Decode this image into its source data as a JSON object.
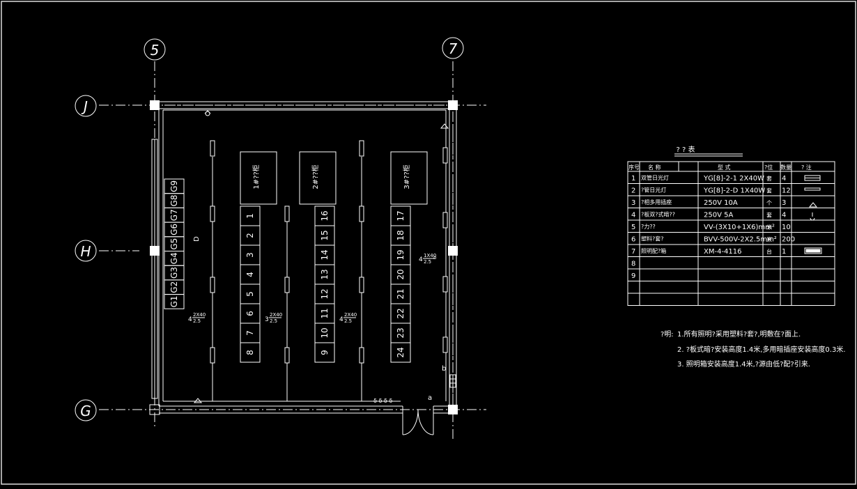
{
  "colors": {
    "background": "#000000",
    "line": "#ffffff",
    "frame": "#dddddd"
  },
  "grid": {
    "col_5": "5",
    "col_7": "7",
    "row_J": "J",
    "row_H": "H",
    "row_G": "G"
  },
  "cabinets": {
    "c1": "1#??柜",
    "c2": "2#??柜",
    "c3": "3#??柜"
  },
  "cells": {
    "g": [
      "G1",
      "G2",
      "G3",
      "G4",
      "G5",
      "G6",
      "G7",
      "G8",
      "G9"
    ],
    "col1": [
      "1",
      "2",
      "3",
      "4",
      "5",
      "6",
      "7",
      "8"
    ],
    "col2": [
      "16",
      "15",
      "14",
      "13",
      "12",
      "11",
      "10",
      "9"
    ],
    "col3": [
      "17",
      "18",
      "19",
      "20",
      "21",
      "22",
      "23",
      "24"
    ]
  },
  "wire_labels": {
    "w1_top": "2X40",
    "w1_bot": "2.5",
    "w1_pre": "4",
    "w2_top": "2X40",
    "w2_bot": "2.5",
    "w2_pre": "3",
    "w3_top": "2X40",
    "w3_bot": "2.5",
    "w3_pre": "4",
    "w4_top": "1X40",
    "w4_bot": "2.5",
    "w4_pre": "4",
    "w4_suf": "b"
  },
  "plan_marks": {
    "b_label": "b",
    "a_label": "a",
    "d_label": "D"
  },
  "legend": {
    "title": "? ? 表",
    "headers": [
      "序号",
      "名      称",
      "型      式",
      "?位",
      "数量",
      "?    注"
    ],
    "rows": [
      {
        "no": "1",
        "name": "双管日光灯",
        "model": "YG[8]-2-1    2X40W",
        "unit": "套",
        "qty": "4"
      },
      {
        "no": "2",
        "name": "?管日光灯",
        "model": "YG[8]-2-D    1X40W",
        "unit": "套",
        "qty": "12"
      },
      {
        "no": "3",
        "name": "?相多用插座",
        "model": "250V 10A",
        "unit": "个",
        "qty": "3"
      },
      {
        "no": "4",
        "name": "?板双?式暗??",
        "model": "250V 5A",
        "unit": "套",
        "qty": "4"
      },
      {
        "no": "5",
        "name": "?力??",
        "model": "VV-(3X10+1X6)mm²",
        "unit": "米",
        "qty": "10"
      },
      {
        "no": "6",
        "name": "塑料?套?",
        "model": "BVV-500V-2X2.5mm²",
        "unit": "米",
        "qty": "200"
      },
      {
        "no": "7",
        "name": "照明配?箱",
        "model": "XM-4-4116",
        "unit": "台",
        "qty": "1"
      },
      {
        "no": "8",
        "name": "",
        "model": "",
        "unit": "",
        "qty": ""
      },
      {
        "no": "9",
        "name": "",
        "model": "",
        "unit": "",
        "qty": ""
      },
      {
        "no": "",
        "name": "",
        "model": "",
        "unit": "",
        "qty": ""
      },
      {
        "no": "",
        "name": "",
        "model": "",
        "unit": "",
        "qty": ""
      }
    ]
  },
  "notes": {
    "prefix": "?明:",
    "n1": "1.所有照明?采用塑料?套?,明敷在?面上.",
    "n2": "2. ?板式暗?安装高度1.4米,多用暗插座安装高度0.3米.",
    "n3": "3. 照明箱安装高度1.4米,?源由低?配?引来."
  }
}
